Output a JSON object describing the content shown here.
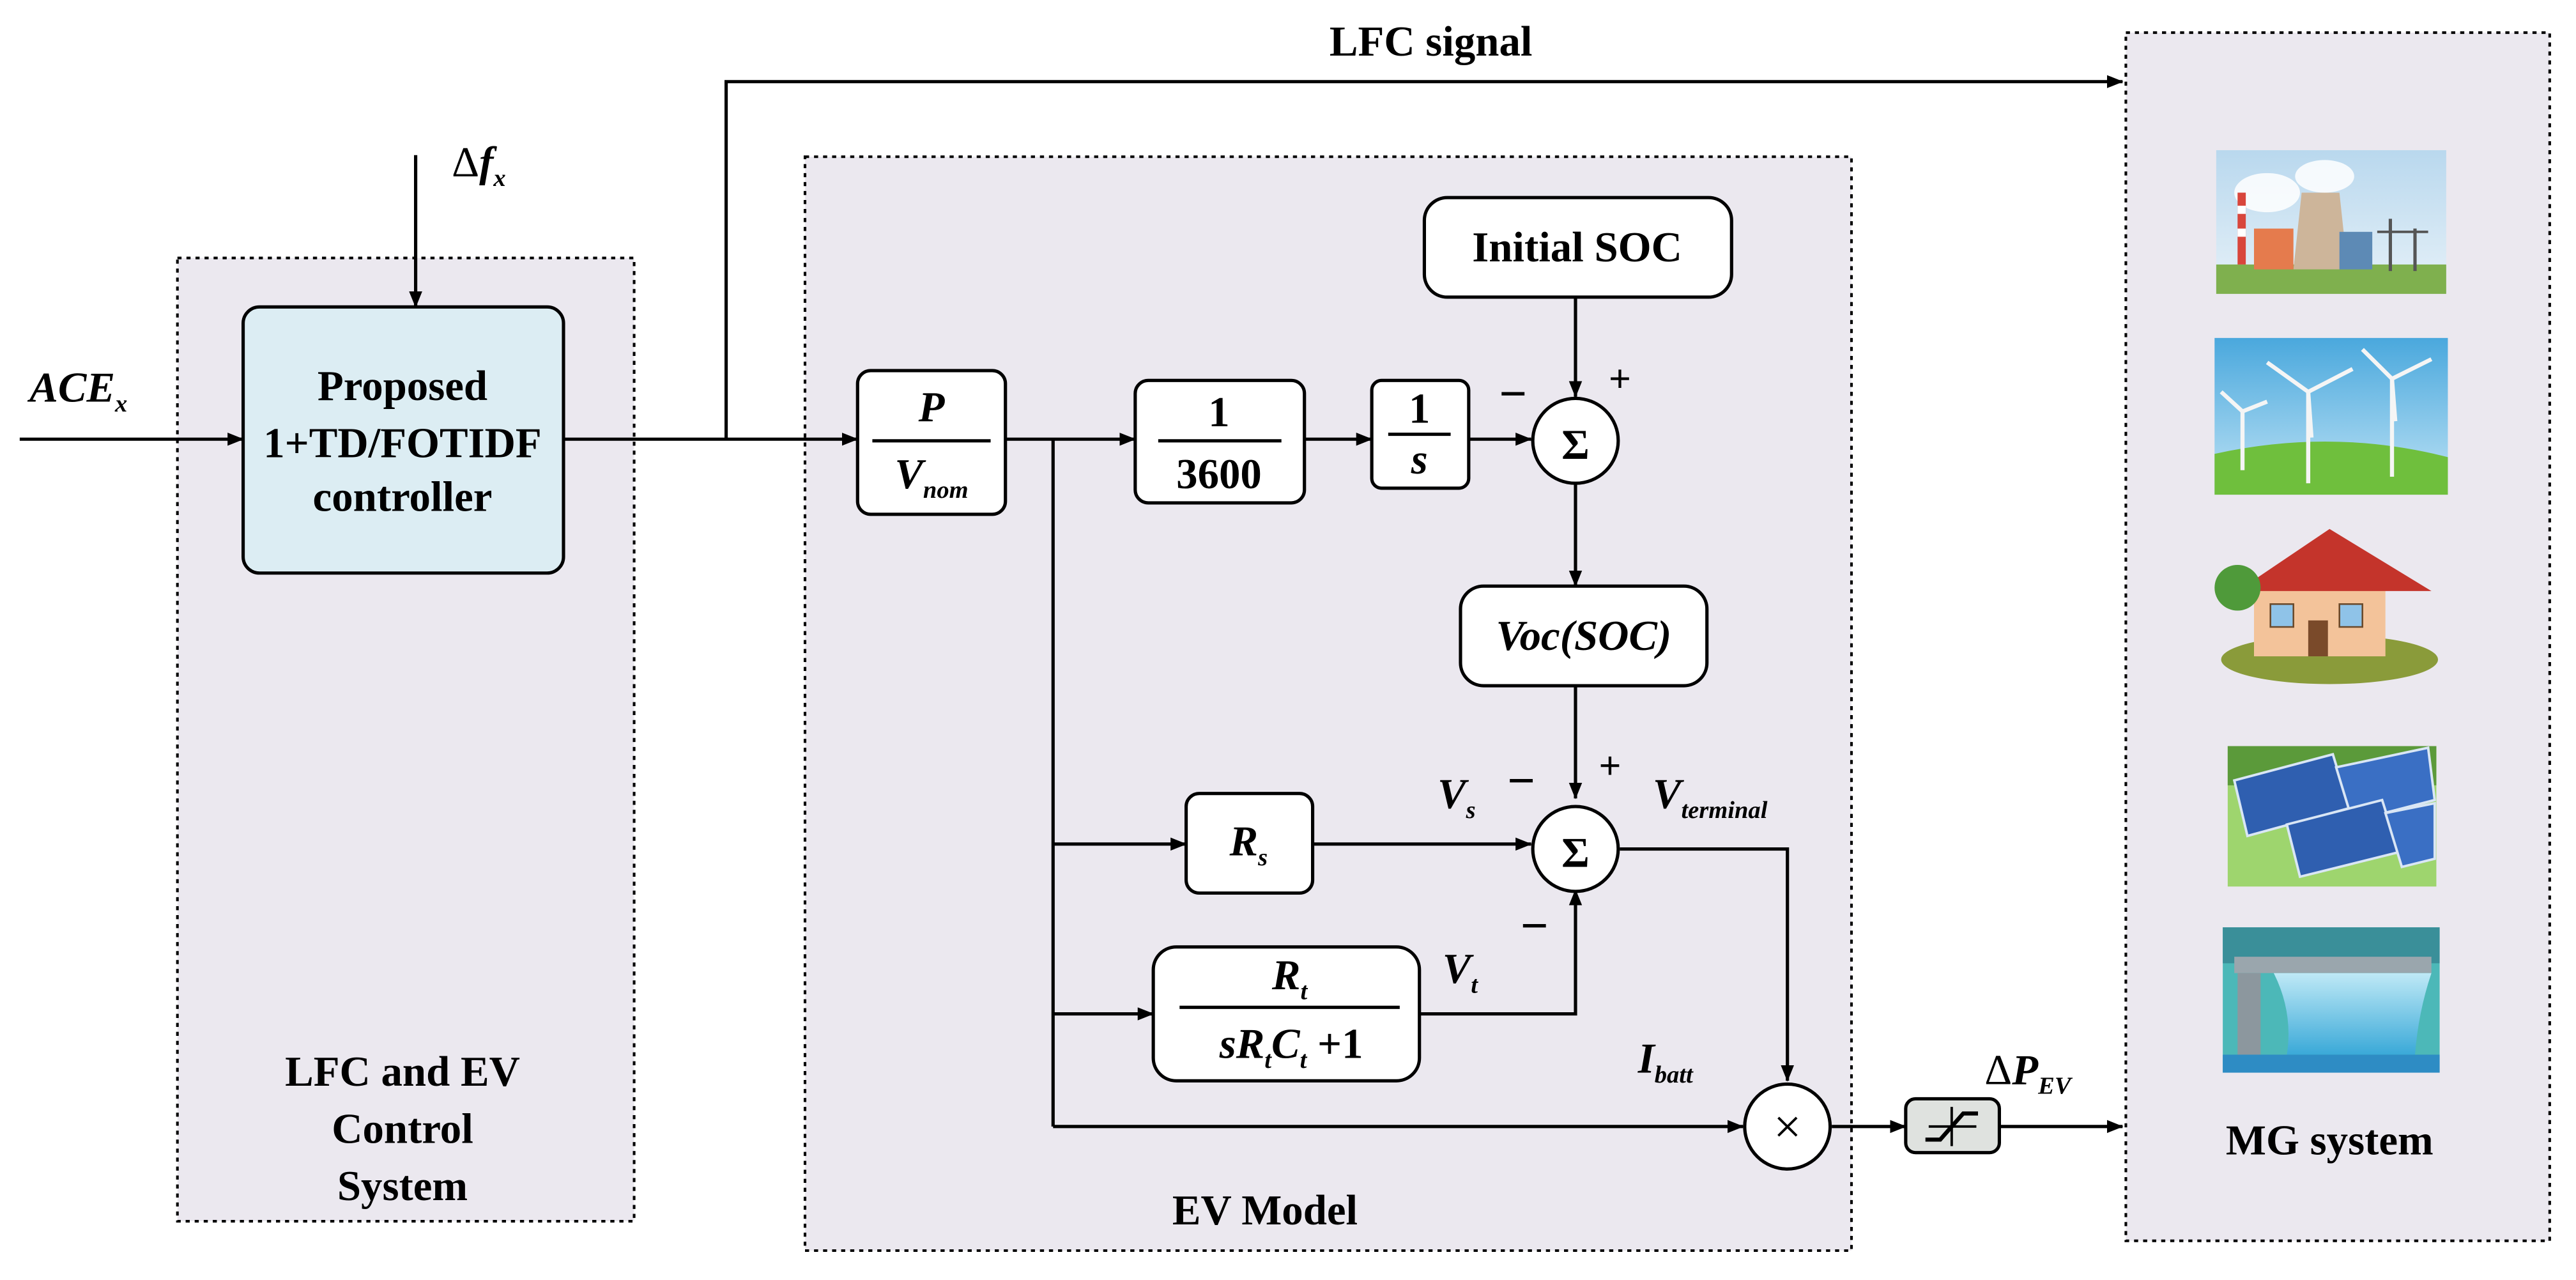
{
  "lfc_signal": "LFC signal",
  "input": {
    "ace": "ACE",
    "ace_sub": "x",
    "delta": "Δ",
    "f": "f",
    "f_sub": "x"
  },
  "controller": {
    "line1": "Proposed",
    "line2": "1+TD/FOTIDF",
    "line3": "controller"
  },
  "lfc_region": {
    "line1": "LFC and EV",
    "line2": "Control",
    "line3": "System"
  },
  "ev_model": {
    "title": "EV Model",
    "p_block": {
      "num": "P",
      "den": "V",
      "den_sub": "nom"
    },
    "gain_block": {
      "num": "1",
      "den": "3600"
    },
    "integrator": {
      "num": "1",
      "den": "s"
    },
    "initial_soc": "Initial SOC",
    "voc": "Voc(SOC)",
    "rs_block": {
      "label": "R",
      "sub": "s"
    },
    "rt_block": {
      "num": "R",
      "num_sub": "t",
      "den_s": "sR",
      "den_sub1": "t",
      "den_c": "C",
      "den_sub2": "t",
      "den_tail": " +1"
    },
    "sum_symbol": "Σ",
    "mult_symbol": "×",
    "signs": {
      "minus": "−",
      "plus": "+"
    },
    "labels": {
      "vs": "V",
      "vs_sub": "s",
      "vt": "V",
      "vt_sub": "t",
      "vterminal": "V",
      "vterminal_sub": "terminal",
      "ibatt": "I",
      "ibatt_sub": "batt"
    }
  },
  "output": {
    "delta": "Δ",
    "p": "P",
    "p_sub": "EV"
  },
  "mg_system": {
    "title": "MG system",
    "icons": [
      "thermal-power-plant-icon",
      "wind-turbine-icon",
      "house-icon",
      "solar-panel-icon",
      "hydro-dam-icon"
    ]
  },
  "colors": {
    "region_fill": "#ebe8ef",
    "controller_fill": "#dcedf3",
    "saturation_fill": "#dfe2df"
  }
}
